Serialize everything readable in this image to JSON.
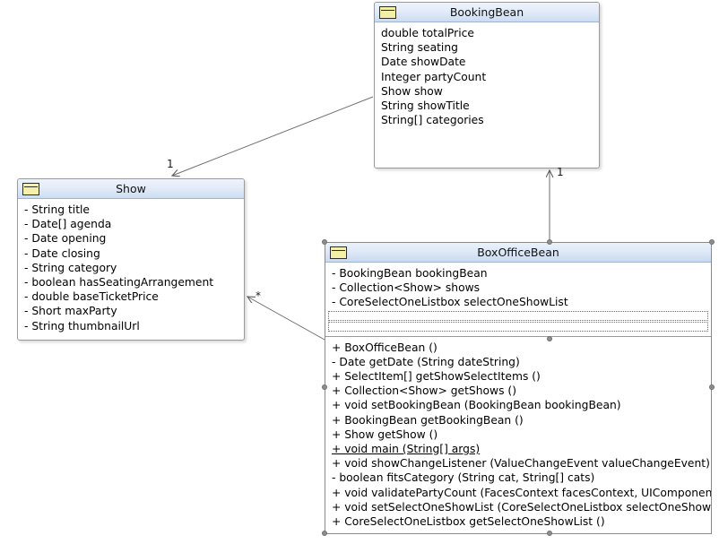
{
  "diagram": {
    "type": "uml-class-diagram",
    "classes": [
      {
        "id": "bookingbean",
        "name": "BookingBean",
        "icon": "uml-class-icon",
        "selected": false,
        "attributes": [
          "double totalPrice",
          "String seating",
          "Date showDate",
          "Integer partyCount",
          "Show show",
          "String showTitle",
          "String[] categories"
        ],
        "operations": []
      },
      {
        "id": "show",
        "name": "Show",
        "icon": "uml-class-icon",
        "selected": false,
        "attributes": [
          "- String title",
          "- Date[] agenda",
          "- Date opening",
          "- Date closing",
          "- String category",
          "- boolean hasSeatingArrangement",
          "- double baseTicketPrice",
          "- Short maxParty",
          "- String thumbnailUrl"
        ],
        "operations": []
      },
      {
        "id": "boxofficebean",
        "name": "BoxOfficeBean",
        "icon": "uml-class-icon",
        "selected": true,
        "attributes": [
          "- BookingBean bookingBean",
          "- Collection<Show> shows",
          "- CoreSelectOneListbox selectOneShowList"
        ],
        "empty_slots": 2,
        "operations": [
          {
            "text": "+  BoxOfficeBean ()",
            "static": false
          },
          {
            "text": "- Date getDate (String dateString)",
            "static": false
          },
          {
            "text": "+ SelectItem[] getShowSelectItems ()",
            "static": false
          },
          {
            "text": "+ Collection<Show> getShows ()",
            "static": false
          },
          {
            "text": "+ void setBookingBean (BookingBean bookingBean)",
            "static": false
          },
          {
            "text": "+ BookingBean getBookingBean ()",
            "static": false
          },
          {
            "text": "+ Show getShow ()",
            "static": false
          },
          {
            "text": "+ void main (String[] args)",
            "static": true
          },
          {
            "text": "+ void showChangeListener (ValueChangeEvent valueChangeEvent)",
            "static": false
          },
          {
            "text": "- boolean fitsCategory (String cat, String[] cats)",
            "static": false
          },
          {
            "text": "+ void validatePartyCount (FacesContext facesContext, UIComponent uiComponent, Object value)",
            "static": false
          },
          {
            "text": "+ void setSelectOneShowList (CoreSelectOneListbox selectOneShowList)",
            "static": false
          },
          {
            "text": "+ CoreSelectOneListbox getSelectOneShowList ()",
            "static": false
          }
        ]
      }
    ],
    "associations": [
      {
        "id": "bookingbean-to-show",
        "from": "bookingbean",
        "to": "show",
        "multiplicity": "1",
        "arrow": "open"
      },
      {
        "id": "boxofficebean-to-bookingbean",
        "from": "boxofficebean",
        "to": "bookingbean",
        "multiplicity": "1",
        "arrow": "open"
      },
      {
        "id": "boxofficebean-to-show",
        "from": "boxofficebean",
        "to": "show",
        "multiplicity": "*",
        "arrow": "open"
      }
    ],
    "colors": {
      "title_gradient_top": "#eef3fb",
      "title_gradient_bottom": "#ccdcf2",
      "class_icon_fill": "#f5f0a8",
      "border": "#9a9a9a",
      "link": "#6e6e6e",
      "handle": "#8d8d8d",
      "canvas": "#ffffff"
    }
  }
}
